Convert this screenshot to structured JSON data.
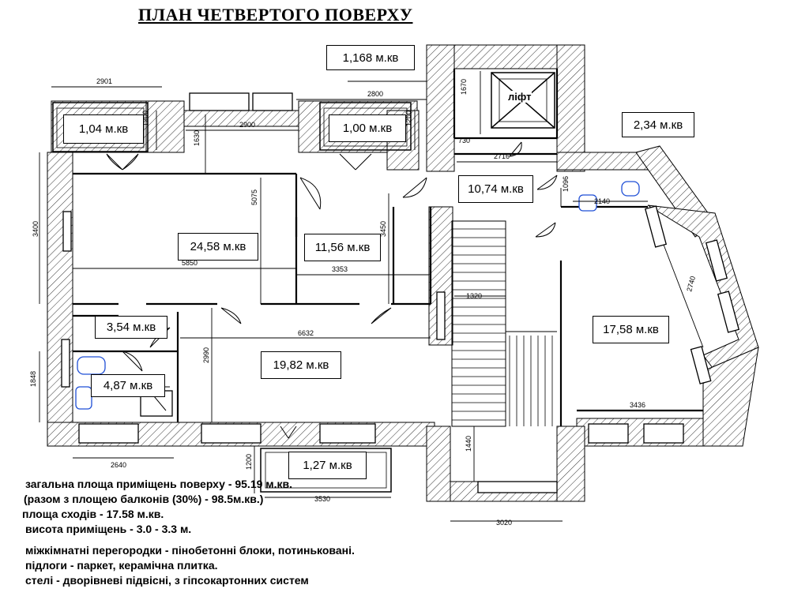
{
  "title": "ПЛАН ЧЕТВЕРТОГО  ПОВЕРХУ",
  "rooms": [
    {
      "id": "r1",
      "area": "1,168 м.кв"
    },
    {
      "id": "r2",
      "area": "1,04 м.кв"
    },
    {
      "id": "r3",
      "area": "1,00 м.кв"
    },
    {
      "id": "r4",
      "area": "2,34 м.кв"
    },
    {
      "id": "r5",
      "area": "10,74 м.кв"
    },
    {
      "id": "r6",
      "area": "24,58 м.кв"
    },
    {
      "id": "r7",
      "area": "11,56 м.кв"
    },
    {
      "id": "r8",
      "area": "17,58 м.кв"
    },
    {
      "id": "r9",
      "area": "3,54 м.кв"
    },
    {
      "id": "r10",
      "area": "19,82 м.кв"
    },
    {
      "id": "r11",
      "area": "4,87 м.кв"
    },
    {
      "id": "r12",
      "area": "1,27 м.кв"
    }
  ],
  "lift_label": "ліфт",
  "dimensions": [
    "2901",
    "2800",
    "1670",
    "1200",
    "1630",
    "2900",
    "1200",
    "730",
    "2716",
    "1096",
    "2140",
    "5075",
    "3450",
    "3400",
    "5850",
    "3353",
    "1320",
    "2740",
    "6632",
    "2990",
    "1848",
    "3436",
    "1440",
    "2640",
    "1200",
    "3530",
    "3020"
  ],
  "notes": [
    "загальна площа приміщень поверху - 95.19 м.кв.",
    "(разом з площею балконів (30%) - 98.5м.кв.)",
    "площа сходів - 17.58 м.кв.",
    "висота приміщень - 3.0 - 3.3 м.",
    "міжкімнатні перегородки - пінобетонні блоки, потиньковані.",
    "підлоги - паркет, керамічна плитка.",
    "стелі - дворівневі підвісні, з гіпсокартонних систем"
  ],
  "colors": {
    "line": "#000000",
    "fixture": "#1f4fd6",
    "background": "#ffffff"
  }
}
